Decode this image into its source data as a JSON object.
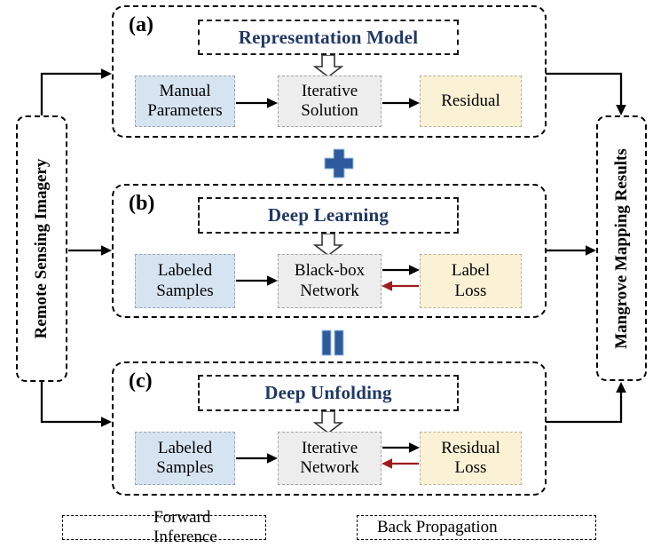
{
  "nodes": {
    "source": "Remote Sensing Imagery",
    "sink": "Mangrove Mapping Results"
  },
  "panels": [
    {
      "tag": "(a)",
      "header": "Representation Model",
      "input": "Manual\nParameters",
      "process": "Iterative\nSolution",
      "output": "Residual"
    },
    {
      "tag": "(b)",
      "header": "Deep Learning",
      "input": "Labeled\nSamples",
      "process": "Black-box\nNetwork",
      "output": "Label\nLoss"
    },
    {
      "tag": "(c)",
      "header": "Deep Unfolding",
      "input": "Labeled\nSamples",
      "process": "Iterative\nNetwork",
      "output": "Residual\nLoss"
    }
  ],
  "operators": {
    "plus": "+",
    "equals": "="
  },
  "legend": {
    "forward_label": "Forward Inference",
    "backward_label": "Back Propagation"
  },
  "colors": {
    "input_fill": "#d6e4f1",
    "process_fill": "#ededed",
    "output_fill": "#fbf2d5",
    "header_text": "#1f3864",
    "operator_blue": "#2e5b9c",
    "back_arrow_red": "#9e1b1e",
    "forward_arrow_black": "#000000"
  }
}
